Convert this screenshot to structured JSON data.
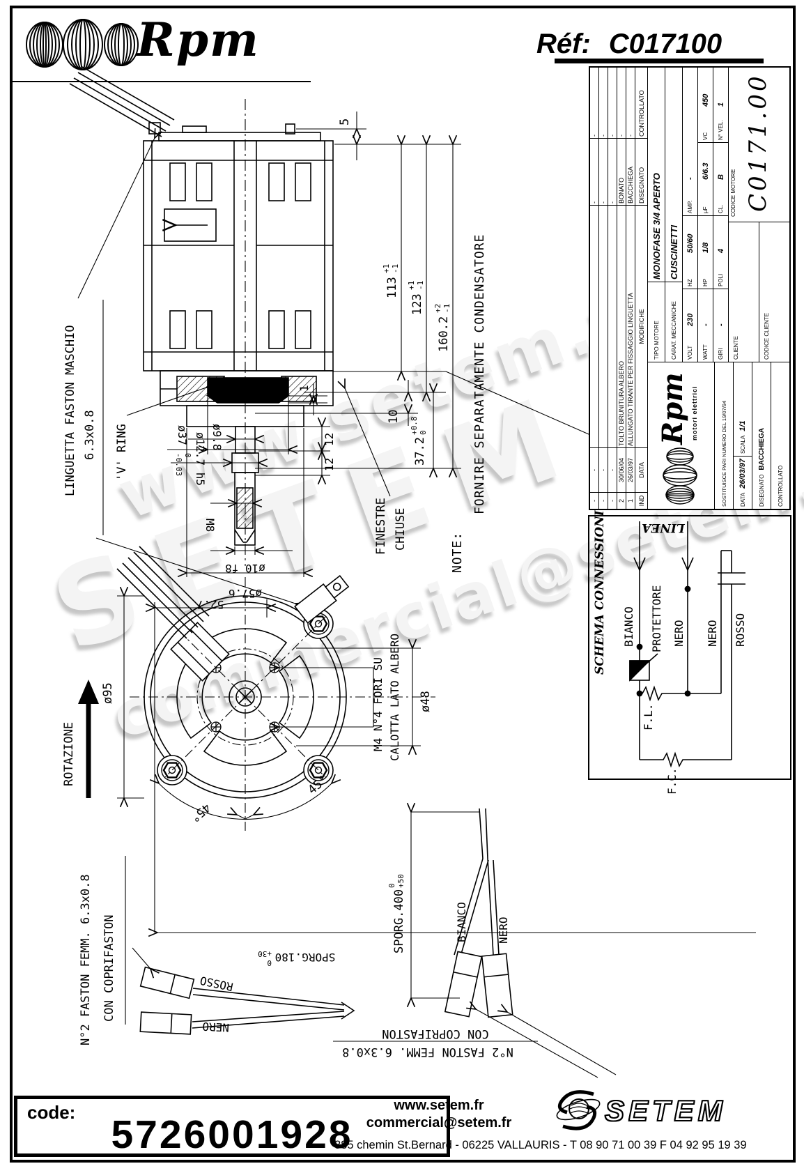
{
  "header": {
    "brand": "Rpm",
    "ref_label": "Réf:",
    "ref_value": "C017100"
  },
  "title_block": {
    "revisions": {
      "headers": [
        "IND",
        "DATA",
        "MODIFICHE",
        "DISEGNATO",
        "CONTROLLATO"
      ],
      "rows": [
        [
          "-",
          "-",
          "",
          "-",
          "-"
        ],
        [
          "-",
          "-",
          "",
          "-",
          "-"
        ],
        [
          "-",
          "-",
          "",
          "-",
          "-"
        ],
        [
          "2",
          "30/06/04",
          "TOLTO BRUNITURA ALBERO",
          "BONATO",
          "-"
        ],
        [
          "1",
          "26/03/97",
          "ALLUNGATO TIRANTE PER FISSAGGIO LINGUETTA",
          "BACCHIEGA",
          "-"
        ]
      ]
    },
    "logo": {
      "brand": "Rpm",
      "sub": "motori elettrici"
    },
    "sostituisce": "SOSTITUISCE PARI NUMERO DEL 19/07/94",
    "data_label": "DATA",
    "data_value": "26/03/97",
    "scala_label": "SCALA",
    "scala_value": "1/1",
    "disegnato_label": "DISEGNATO",
    "disegnato_value": "BACCHIEGA",
    "controllato_label": "CONTROLLATO",
    "tipo_label": "TIPO MOTORE",
    "tipo_value": "MONOFASE 3/4 APERTO",
    "carat_label": "CARAT. MECCANICHE",
    "carat_value": "CUSCINETTI",
    "elec": [
      {
        "label": "VOLT",
        "value": "230"
      },
      {
        "label": "HZ",
        "value": "50/60"
      },
      {
        "label": "AMP.",
        "value": "-"
      },
      {
        "label": "WATT",
        "value": "-"
      },
      {
        "label": "HP",
        "value": "1/8"
      },
      {
        "label": "µF",
        "value": "6/6.3"
      },
      {
        "label": "VC",
        "value": "450"
      },
      {
        "label": "GIRI",
        "value": "-"
      },
      {
        "label": "POLI",
        "value": "4"
      },
      {
        "label": "CL.",
        "value": "B"
      },
      {
        "label": "N° VEL.",
        "value": "1"
      }
    ],
    "cliente_label": "CLIENTE",
    "codice_cliente_label": "CODICE CLIENTE",
    "codice_motore_label": "CODICE MOTORE",
    "codice_motore_value": "C0171.00"
  },
  "schema": {
    "title": "SCHEMA CONNESSIONI",
    "linea": "LINEA",
    "bianco": "BIANCO",
    "protettore": "PROTETTORE",
    "nero1": "NERO",
    "nero2": "NERO",
    "rosso": "ROSSO",
    "fl": "F.L.",
    "fc": "F.C."
  },
  "dims": {
    "d5": "5",
    "d113": "113",
    "d113u": "+1",
    "d113l": "-1",
    "d123": "123",
    "d123u": "+1",
    "d123l": "-1",
    "d160": "160.2",
    "d160u": "+2",
    "d160l": "-1",
    "d10": "10",
    "d372": "37.2",
    "d372u": "+0.8",
    "d372l": "0",
    "d1": "1",
    "d12a": "12",
    "d12b": "12",
    "dia98": "ø9.8",
    "dia127": "ø12.7 h5",
    "dia37": "ø37",
    "dia37u": "0",
    "dia37l": "-0.03",
    "dm8": "M8",
    "dia10": "ø10 f8",
    "dia576": "ø57.6",
    "linguetta1": "LINGUETTA FASTON MASCHIO",
    "linguetta2": "6.3x0.8",
    "vring": "'V' RING",
    "finestre1": "FINESTRE",
    "finestre2": "CHIUSE",
    "note1": "NOTE:",
    "note2": "FORNIRE SEPARATAMENTE CONDENSATORE",
    "rotazione": "ROTAZIONE",
    "dia95": "ø95",
    "d527": "52.7",
    "dia48": "ø48",
    "d45a": "45°",
    "d45b": "45°",
    "m4a": "M4 N°4 FORI SU",
    "m4b": "CALOTTA LATO ALBERO",
    "sporg400": "SPORG.400",
    "sporg400u": "0",
    "sporg400l": "+50",
    "sporg180": "SPORG.180",
    "sporg180u": "0",
    "sporg180l": "+30",
    "faston_left1": "N°2 FASTON FEMM. 6.3x0.8",
    "faston_left2": "CON COPRIFASTON",
    "rosso": "ROSSO",
    "nero_left": "NERO",
    "bianco": "BIANCO",
    "nero_bottom": "NERO",
    "faston_bottom1": "CON COPRIFASTON",
    "faston_bottom2": "N°2 FASTON FEMM. 6.3x0.8"
  },
  "watermarks": {
    "line1": "www.setem.fr",
    "line2": "SETEM",
    "line3": "commercial@setem.fr"
  },
  "footer": {
    "code_label": "code:",
    "code_value": "5726001928",
    "website": "www.setem.fr",
    "email": "commercial@setem.fr",
    "address": "885 chemin St.Bernard  -  06225 VALLAURIS  -  T 08 90 71 00 39   F 04 92 95 19 39",
    "logo_text": "SETEM"
  }
}
